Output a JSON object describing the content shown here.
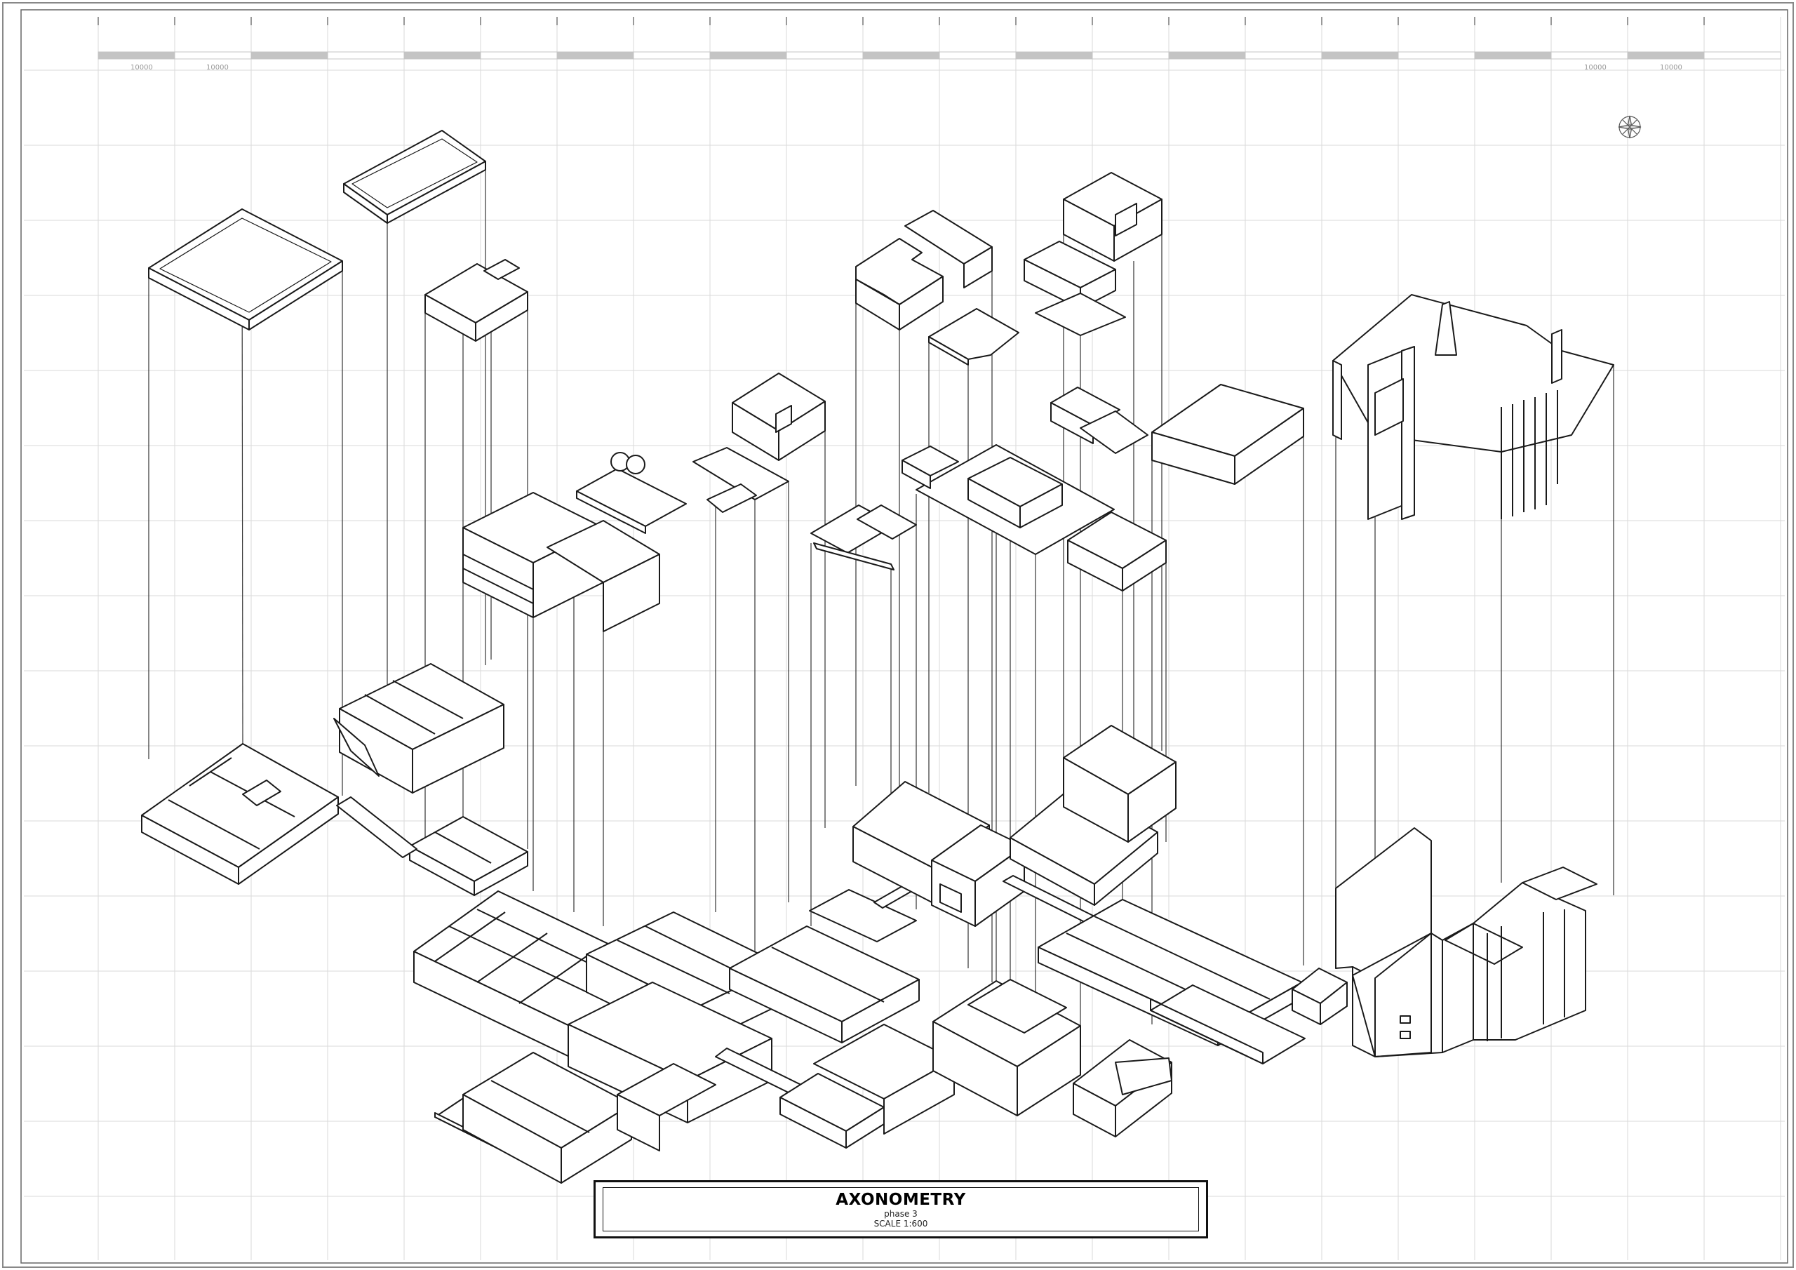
{
  "sheet": {
    "title": "AXONOMETRY",
    "phase": "phase 3",
    "scale": "SCALE 1:600"
  },
  "scale_bar": {
    "labels": [
      "10000",
      "10000",
      "10000",
      "10000"
    ]
  },
  "icons": {
    "north_arrow": "compass-rose-icon"
  },
  "colors": {
    "ink": "#1a1a1a",
    "grid": "#d9d9d9",
    "scale_bar": "#c4c4c4"
  }
}
